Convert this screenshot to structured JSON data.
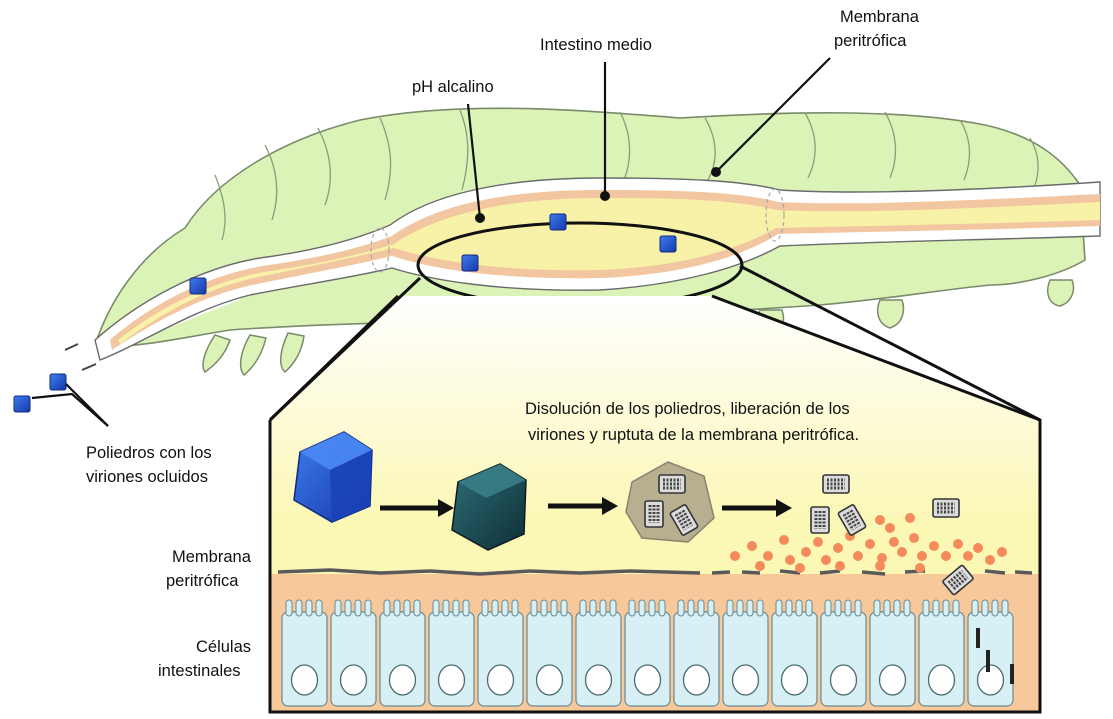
{
  "labels": {
    "membrana_top_1": "Membrana",
    "membrana_top_2": "peritrófica",
    "intestino_medio": "Intestino medio",
    "ph_alcalino": "pH alcalino",
    "poliedros_1": "Poliedros con los",
    "poliedros_2": "viriones ocluidos",
    "disolucion_1": "Disolución de los poliedros, liberación de los",
    "disolucion_2": "viriones y ruptuta de la membrana peritrófica.",
    "membrana_side_1": "Membrana",
    "membrana_side_2": "peritrófica",
    "celulas_1": "Células",
    "celulas_2": "intestinales"
  },
  "colors": {
    "larva_body": "#dcf3b8",
    "larva_outline": "#7a8a6a",
    "gut_lumen": "#f8f2a8",
    "gut_wall": "#f2c6a0",
    "inset_bg": "#fbf7b4",
    "tissue": "#f6c89a",
    "cells": "#d6f0f6",
    "polyhedron": "#1f55d6",
    "dissolved_polyhedron": "#1f5560",
    "virion": "#333333",
    "membrane_particles": "#f58a5a"
  },
  "icons": {
    "arrow_glyph": "right-arrow-icon",
    "polyhedron_glyph": "cube-icon"
  }
}
